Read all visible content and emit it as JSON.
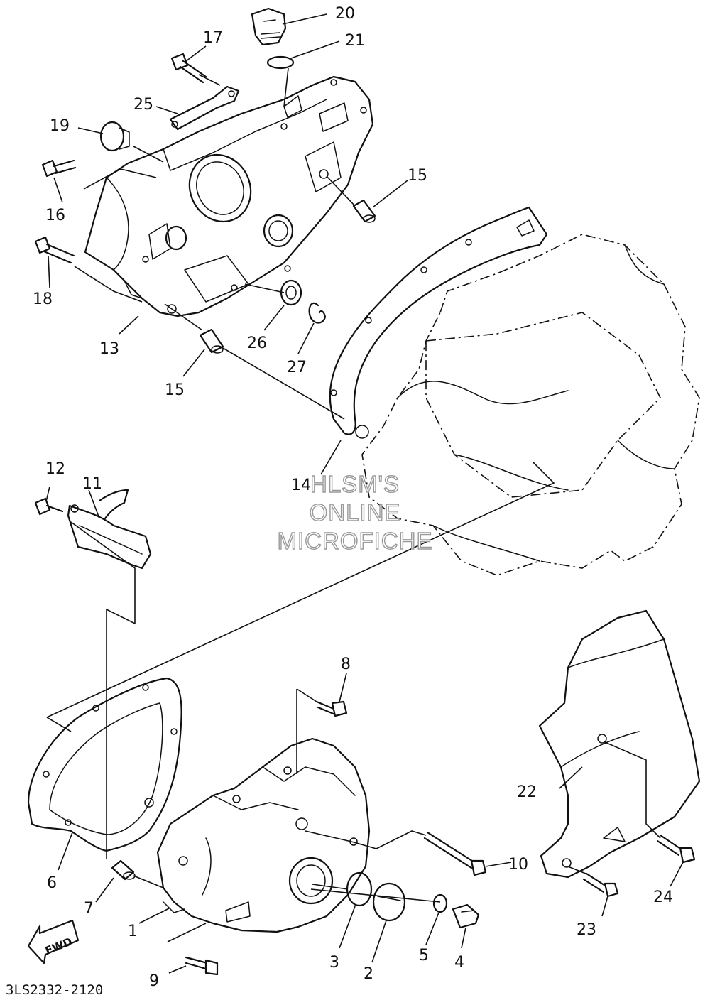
{
  "diagram": {
    "part_code": "3LS2332-2120",
    "watermark": [
      "HLSM'S",
      "ONLINE",
      "MICROFICHE"
    ],
    "direction_label": "FWD",
    "callouts": [
      "1",
      "2",
      "3",
      "4",
      "5",
      "6",
      "7",
      "8",
      "9",
      "10",
      "11",
      "12",
      "13",
      "14",
      "15",
      "15",
      "16",
      "17",
      "18",
      "19",
      "20",
      "21",
      "22",
      "23",
      "24",
      "25",
      "26",
      "27"
    ]
  }
}
